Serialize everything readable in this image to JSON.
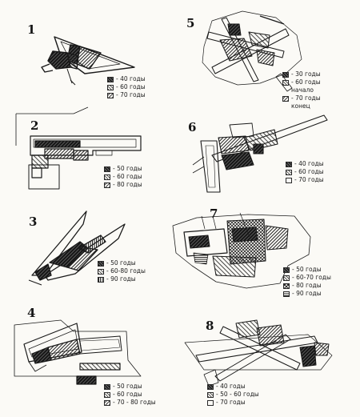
{
  "plans": [
    {
      "number": "1",
      "legend": [
        {
          "label": "- 40 годы",
          "pattern": "dark"
        },
        {
          "label": "- 60 годы",
          "pattern": "mid"
        },
        {
          "label": "- 70 годы",
          "pattern": "light"
        }
      ]
    },
    {
      "number": "2",
      "legend": [
        {
          "label": "- 50 годы",
          "pattern": "dark"
        },
        {
          "label": "- 60 годы",
          "pattern": "mid"
        },
        {
          "label": "- 80 годы",
          "pattern": "light"
        }
      ]
    },
    {
      "number": "3",
      "legend": [
        {
          "label": "- 50 годы",
          "pattern": "dark"
        },
        {
          "label": "- 60-80 годы",
          "pattern": "mid"
        },
        {
          "label": "- 90 годы",
          "pattern": "vert"
        }
      ]
    },
    {
      "number": "4",
      "legend": [
        {
          "label": "- 50 годы",
          "pattern": "dark"
        },
        {
          "label": "- 60 годы",
          "pattern": "mid"
        },
        {
          "label": "- 70 - 80 годы",
          "pattern": "light"
        }
      ]
    },
    {
      "number": "5",
      "legend": [
        {
          "label": "- 30 годы",
          "pattern": "dark"
        },
        {
          "label": "- 60 годы",
          "pattern": "mid"
        },
        {
          "label": "начало",
          "pattern": "none"
        },
        {
          "label": "- 70 годы",
          "pattern": "light"
        },
        {
          "label": "конец",
          "pattern": "none"
        }
      ]
    },
    {
      "number": "6",
      "legend": [
        {
          "label": "- 40 годы",
          "pattern": "dark"
        },
        {
          "label": "- 60 годы",
          "pattern": "mid"
        },
        {
          "label": "- 70 годы",
          "pattern": "empty"
        }
      ]
    },
    {
      "number": "7",
      "legend": [
        {
          "label": "- 50 годы",
          "pattern": "dark"
        },
        {
          "label": "- 60-70 годы",
          "pattern": "mid"
        },
        {
          "label": "- 80 годы",
          "pattern": "cross"
        },
        {
          "label": "- 90 годы",
          "pattern": "horiz"
        }
      ]
    },
    {
      "number": "8",
      "legend": [
        {
          "label": "- 40 годы",
          "pattern": "dark"
        },
        {
          "label": "- 50 - 60 годы",
          "pattern": "mid"
        },
        {
          "label": "- 70 годы",
          "pattern": "empty"
        }
      ]
    }
  ]
}
